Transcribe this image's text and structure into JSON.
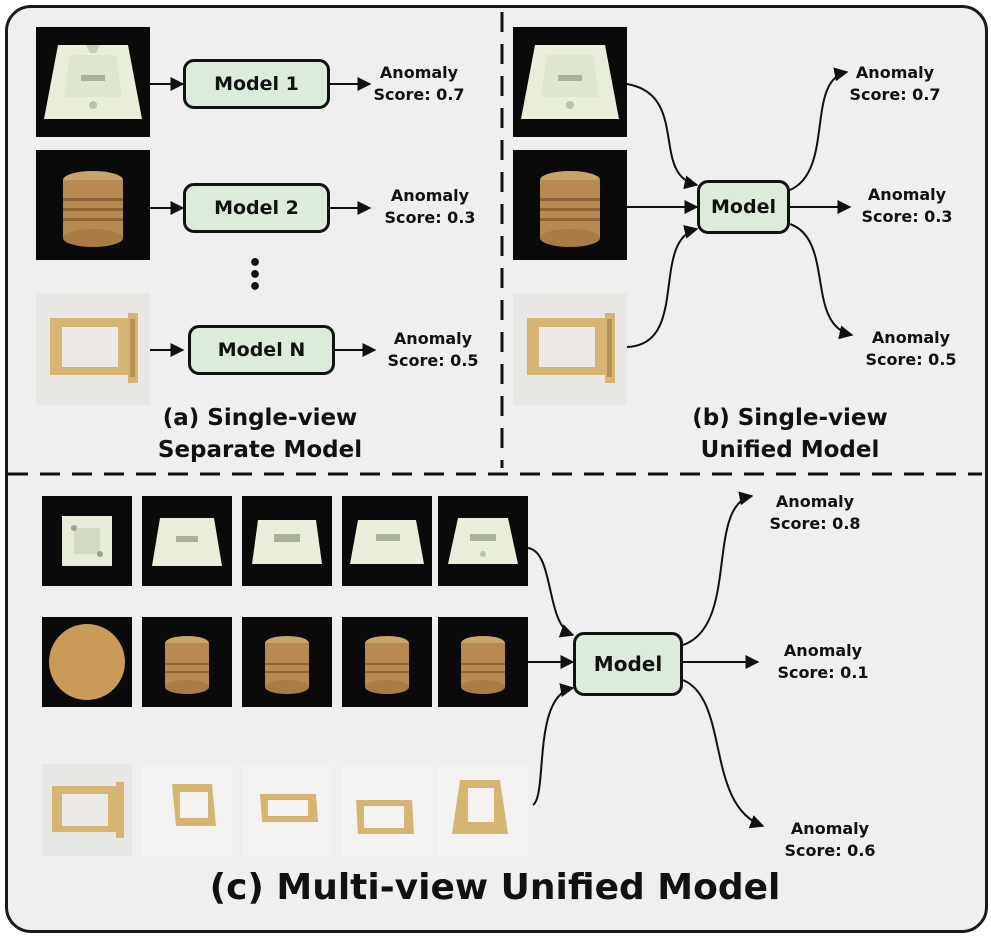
{
  "panel_a": {
    "models": [
      "Model 1",
      "Model 2",
      "Model N"
    ],
    "scores": [
      {
        "label": "Anomaly",
        "value": "Score: 0.7"
      },
      {
        "label": "Anomaly",
        "value": "Score: 0.3"
      },
      {
        "label": "Anomaly",
        "value": "Score: 0.5"
      }
    ],
    "caption_line1": "(a) Single-view",
    "caption_line2": "Separate Model"
  },
  "panel_b": {
    "model": "Model",
    "scores": [
      {
        "label": "Anomaly",
        "value": "Score: 0.7"
      },
      {
        "label": "Anomaly",
        "value": "Score: 0.3"
      },
      {
        "label": "Anomaly",
        "value": "Score: 0.5"
      }
    ],
    "caption_line1": "(b) Single-view",
    "caption_line2": "Unified Model"
  },
  "panel_c": {
    "model": "Model",
    "scores": [
      {
        "label": "Anomaly",
        "value": "Score: 0.8"
      },
      {
        "label": "Anomaly",
        "value": "Score: 0.1"
      },
      {
        "label": "Anomaly",
        "value": "Score: 0.6"
      }
    ],
    "caption": "(c) Multi-view Unified Model"
  },
  "colors": {
    "panel_bg": "#efefef",
    "model_fill": "#dcebdc",
    "stroke": "#111111"
  }
}
